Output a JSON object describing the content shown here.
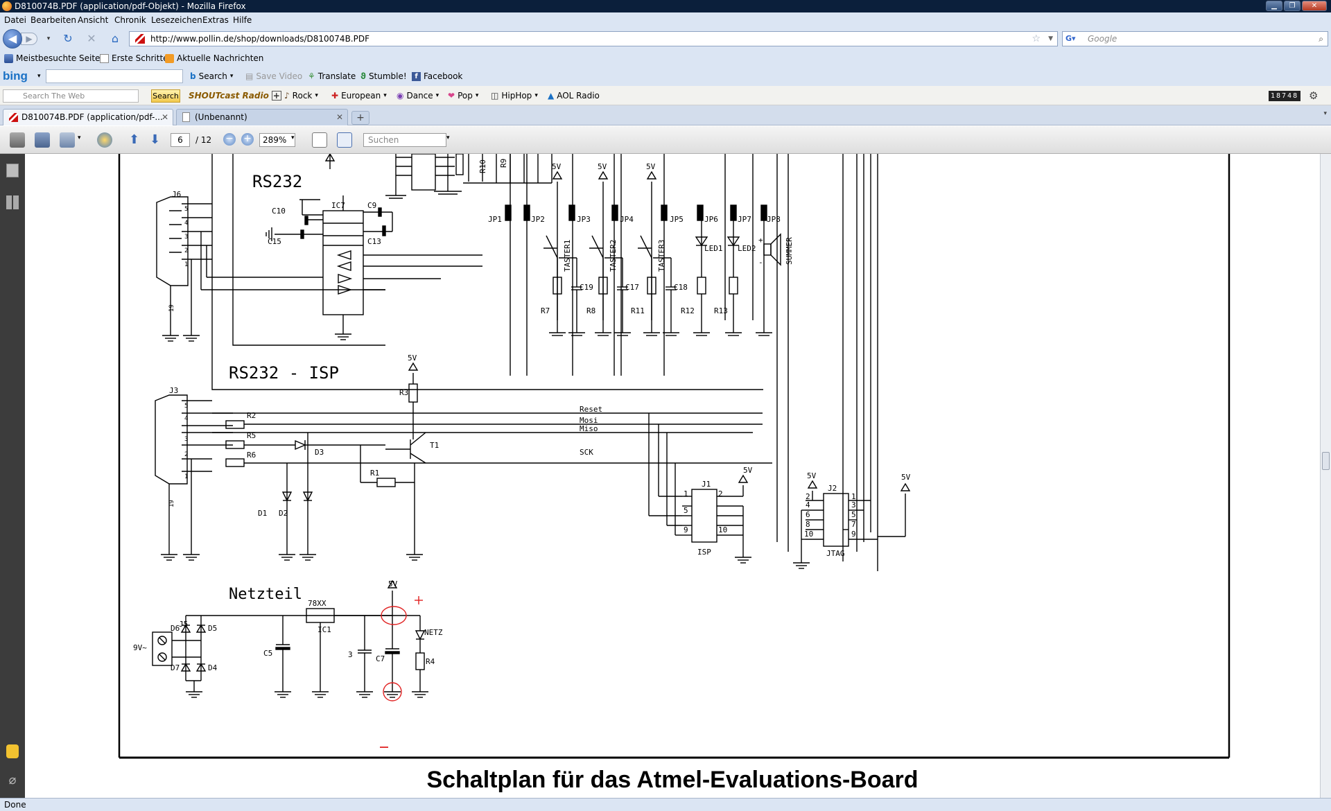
{
  "window": {
    "title": "D810074B.PDF (application/pdf-Objekt) - Mozilla Firefox"
  },
  "menu": {
    "items": [
      "Datei",
      "Bearbeiten",
      "Ansicht",
      "Chronik",
      "Lesezeichen",
      "Extras",
      "Hilfe"
    ]
  },
  "nav": {
    "url": "http://www.pollin.de/shop/downloads/D810074B.PDF",
    "search_placeholder": "Google"
  },
  "bookmarks": [
    "Meistbesuchte Seiten",
    "Erste Schritte",
    "Aktuelle Nachrichten"
  ],
  "bing_toolbar": {
    "logo": "bing",
    "search": "Search",
    "save_video": "Save Video",
    "translate": "Translate",
    "stumble": "Stumble!",
    "facebook": "Facebook"
  },
  "radio_toolbar": {
    "search_placeholder": "Search The Web",
    "search_button": "Search",
    "shoutcast": "SHOUTcast Radio",
    "genres": [
      "Rock",
      "European",
      "Dance",
      "Pop",
      "HipHop"
    ],
    "aol": "AOL Radio",
    "counter": "18748"
  },
  "tabs": [
    {
      "label": "D810074B.PDF (application/pdf-..."
    },
    {
      "label": "(Unbenannt)"
    }
  ],
  "pdf_toolbar": {
    "page": "6",
    "total": "/ 12",
    "zoom": "289%",
    "find_placeholder": "Suchen"
  },
  "schematic": {
    "caption": "Schaltplan für das Atmel-Evaluations-Board",
    "section_rs232": "RS232",
    "section_isp": "RS232 - ISP",
    "section_power": "Netzteil",
    "labels": {
      "j6": "J6",
      "ic7": "IC7",
      "c9": "C9",
      "c10": "C10",
      "c13": "C13",
      "c15": "C15",
      "r10": "R10",
      "r9": "R9",
      "j3": "J3",
      "r2": "R2",
      "r5": "R5",
      "r6": "R6",
      "d3": "D3",
      "t1": "T1",
      "r1": "R1",
      "r3": "R3",
      "d1": "D1",
      "d2": "D2",
      "reset": "Reset",
      "mosi": "Mosi",
      "miso": "Miso",
      "sck": "SCK",
      "j1": "J1",
      "isp": "ISP",
      "j2": "J2",
      "jtag": "JTAG",
      "j5": "J5",
      "v9": "9V~",
      "d5": "D5",
      "d6": "D6",
      "d7": "D7",
      "d4": "D4",
      "c5": "C5",
      "reg": "78XX",
      "ic1": "IC1",
      "c3": "3",
      "c7": "C7",
      "netz": "NETZ",
      "r4": "R4",
      "jp1": "JP1",
      "jp2": "JP2",
      "jp3": "JP3",
      "jp4": "JP4",
      "jp5": "JP5",
      "jp6": "JP6",
      "jp7": "JP7",
      "jp8": "JP8",
      "taster1": "TASTER1",
      "taster2": "TASTER2",
      "taster3": "TASTER3",
      "led1": "LED1",
      "led2": "LED2",
      "summer": "SUMMER",
      "c19": "C19",
      "c17": "C17",
      "c18": "C18",
      "r7": "R7",
      "r8": "R8",
      "r11": "R11",
      "r12": "R12",
      "r13": "R13",
      "v5": "5V",
      "n1": "1",
      "n2": "2",
      "n3": "3",
      "n4": "4",
      "n5": "5",
      "n6": "6",
      "n7": "7",
      "n8": "8",
      "n9": "9",
      "n10": "10",
      "n19": "19",
      "plus": "+",
      "minus": "-"
    }
  },
  "status": {
    "text": "Done"
  }
}
